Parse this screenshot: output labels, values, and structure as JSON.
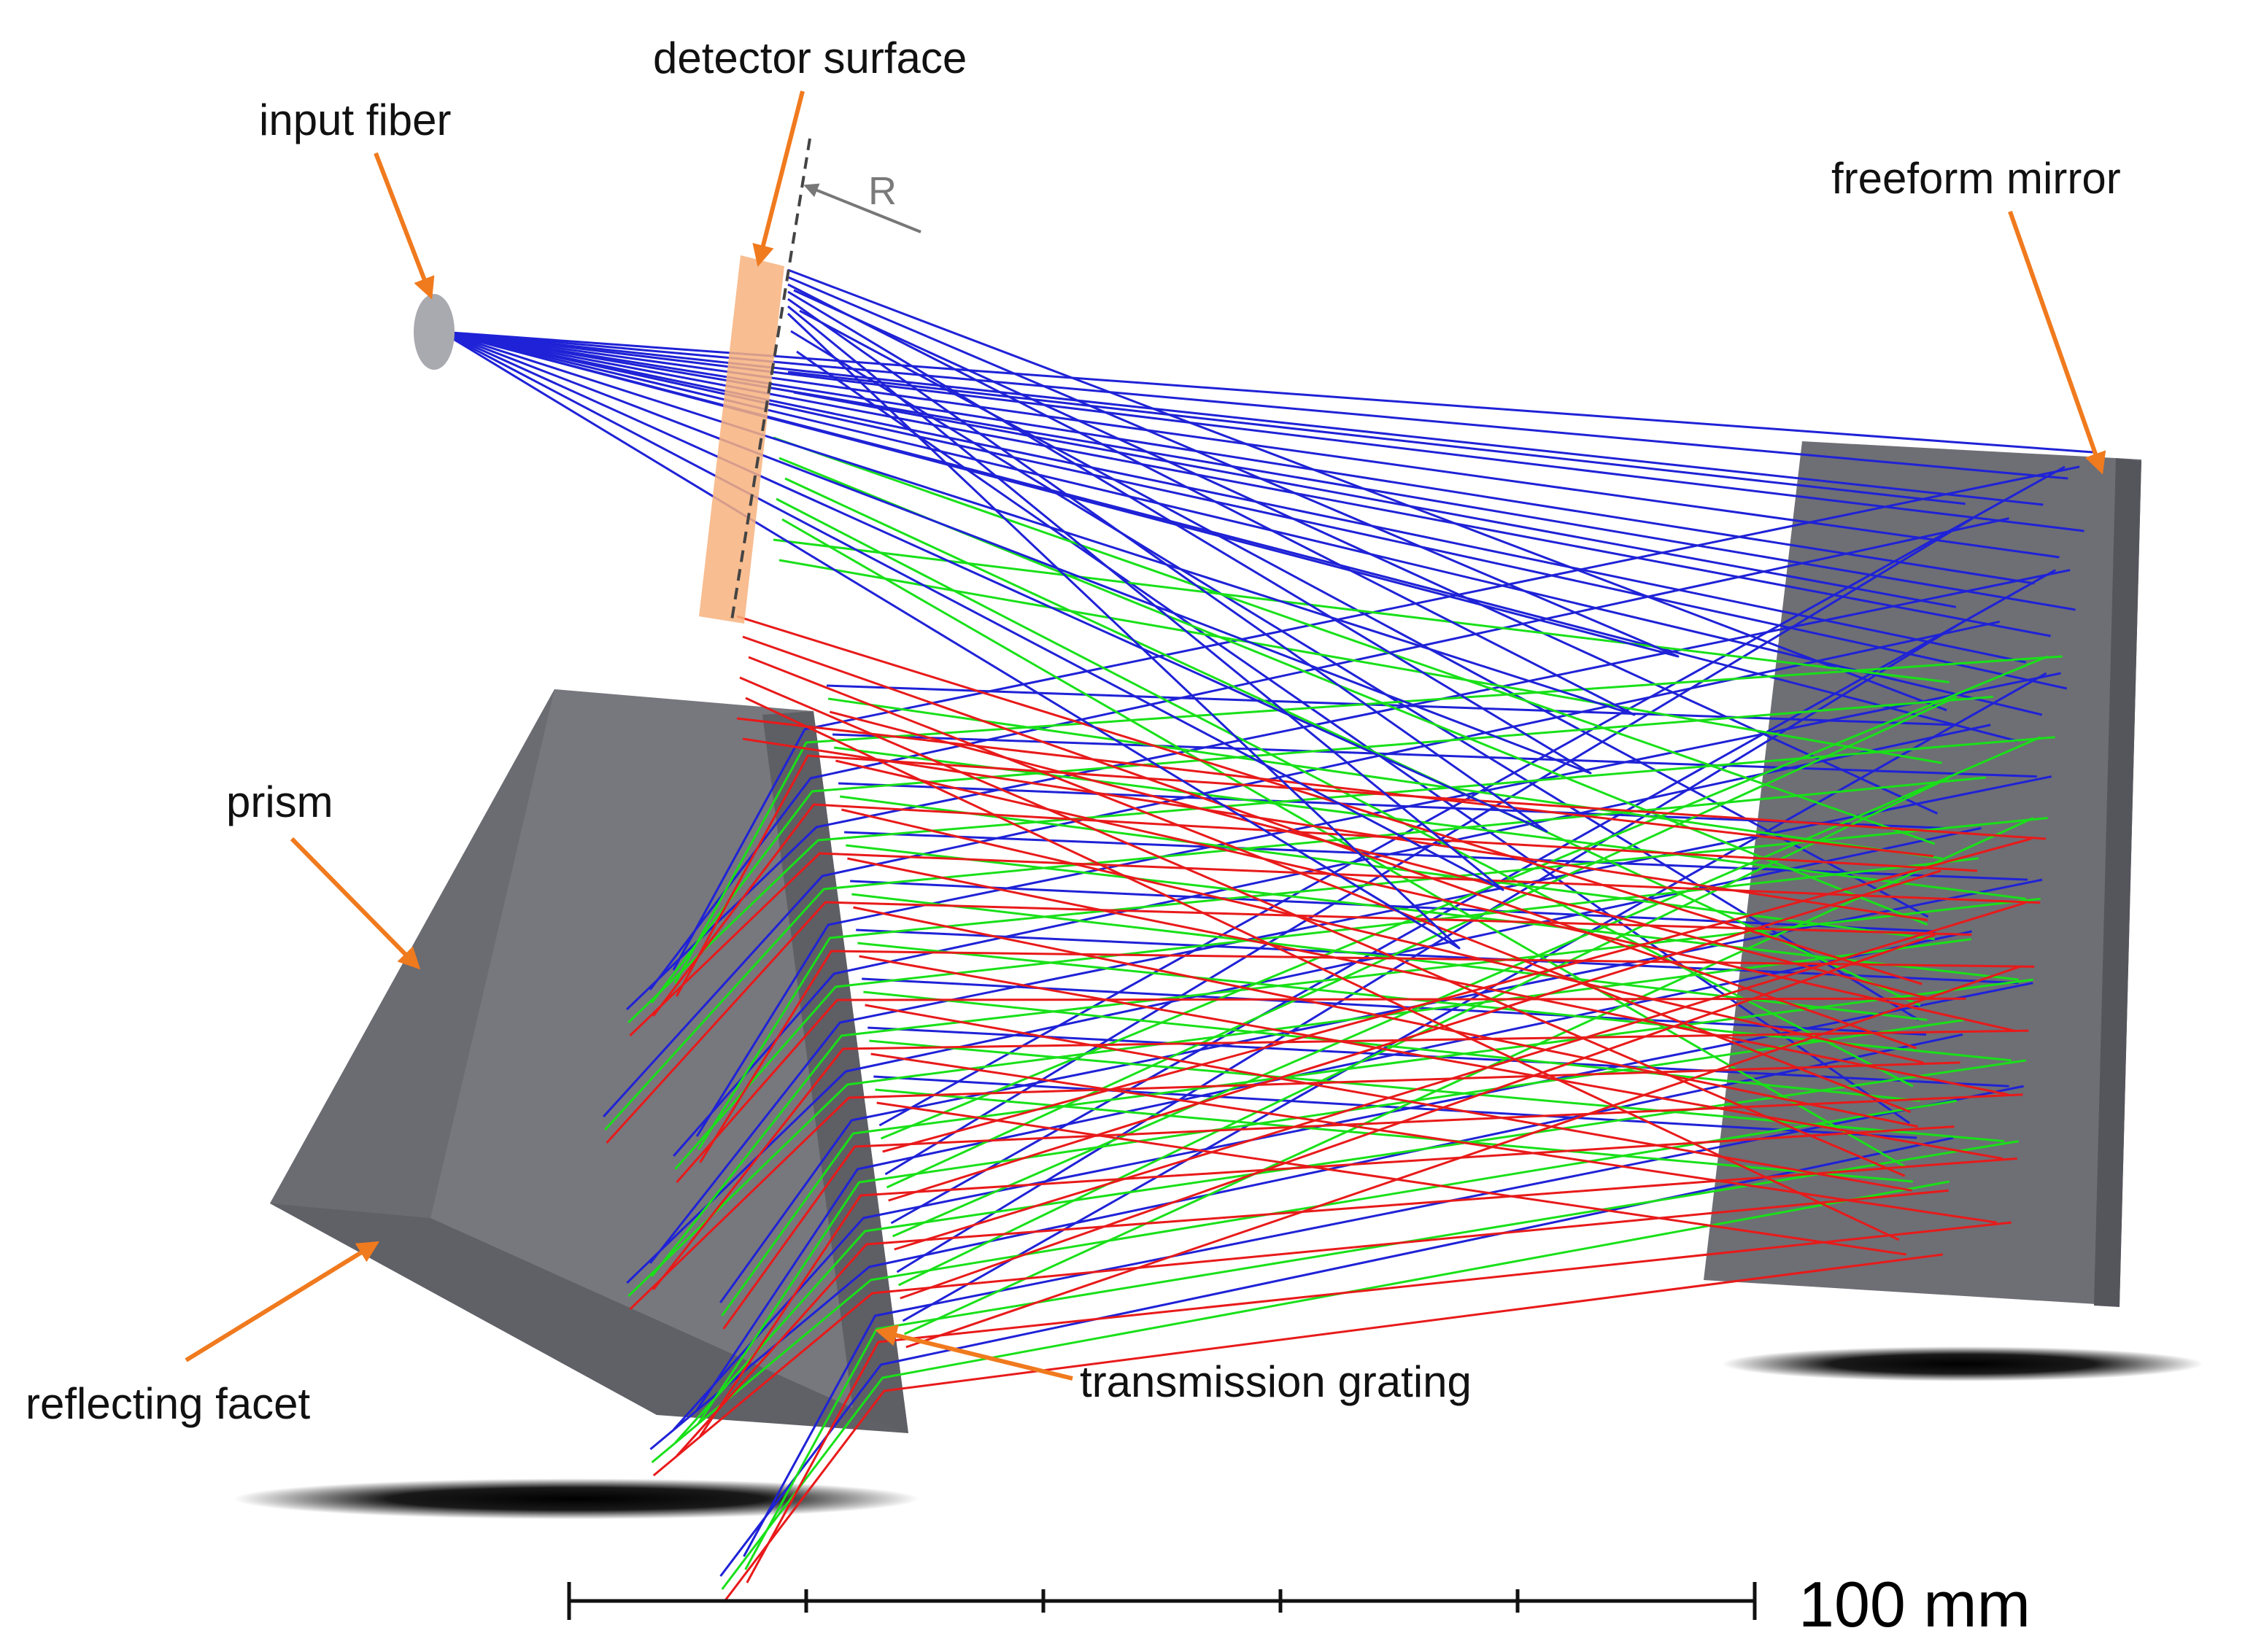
{
  "labels": {
    "input_fiber": "input fiber",
    "detector_surface": "detector surface",
    "radius_marker": "R",
    "freeform_mirror": "freeform mirror",
    "prism": "prism",
    "reflecting_facet": "reflecting facet",
    "transmission_grating": "transmission grating"
  },
  "scale_bar": {
    "label": "100 mm",
    "length_mm": 100,
    "tick_count": 6
  },
  "colors": {
    "ray_blue": "#1f22d6",
    "ray_green": "#19e019",
    "ray_red": "#e81a1a",
    "callout_arrow": "#f07a1e",
    "component_gray": "#6e6e75",
    "detector_orange": "#f7b27e"
  },
  "ray_colors": [
    "blue",
    "green",
    "red"
  ]
}
